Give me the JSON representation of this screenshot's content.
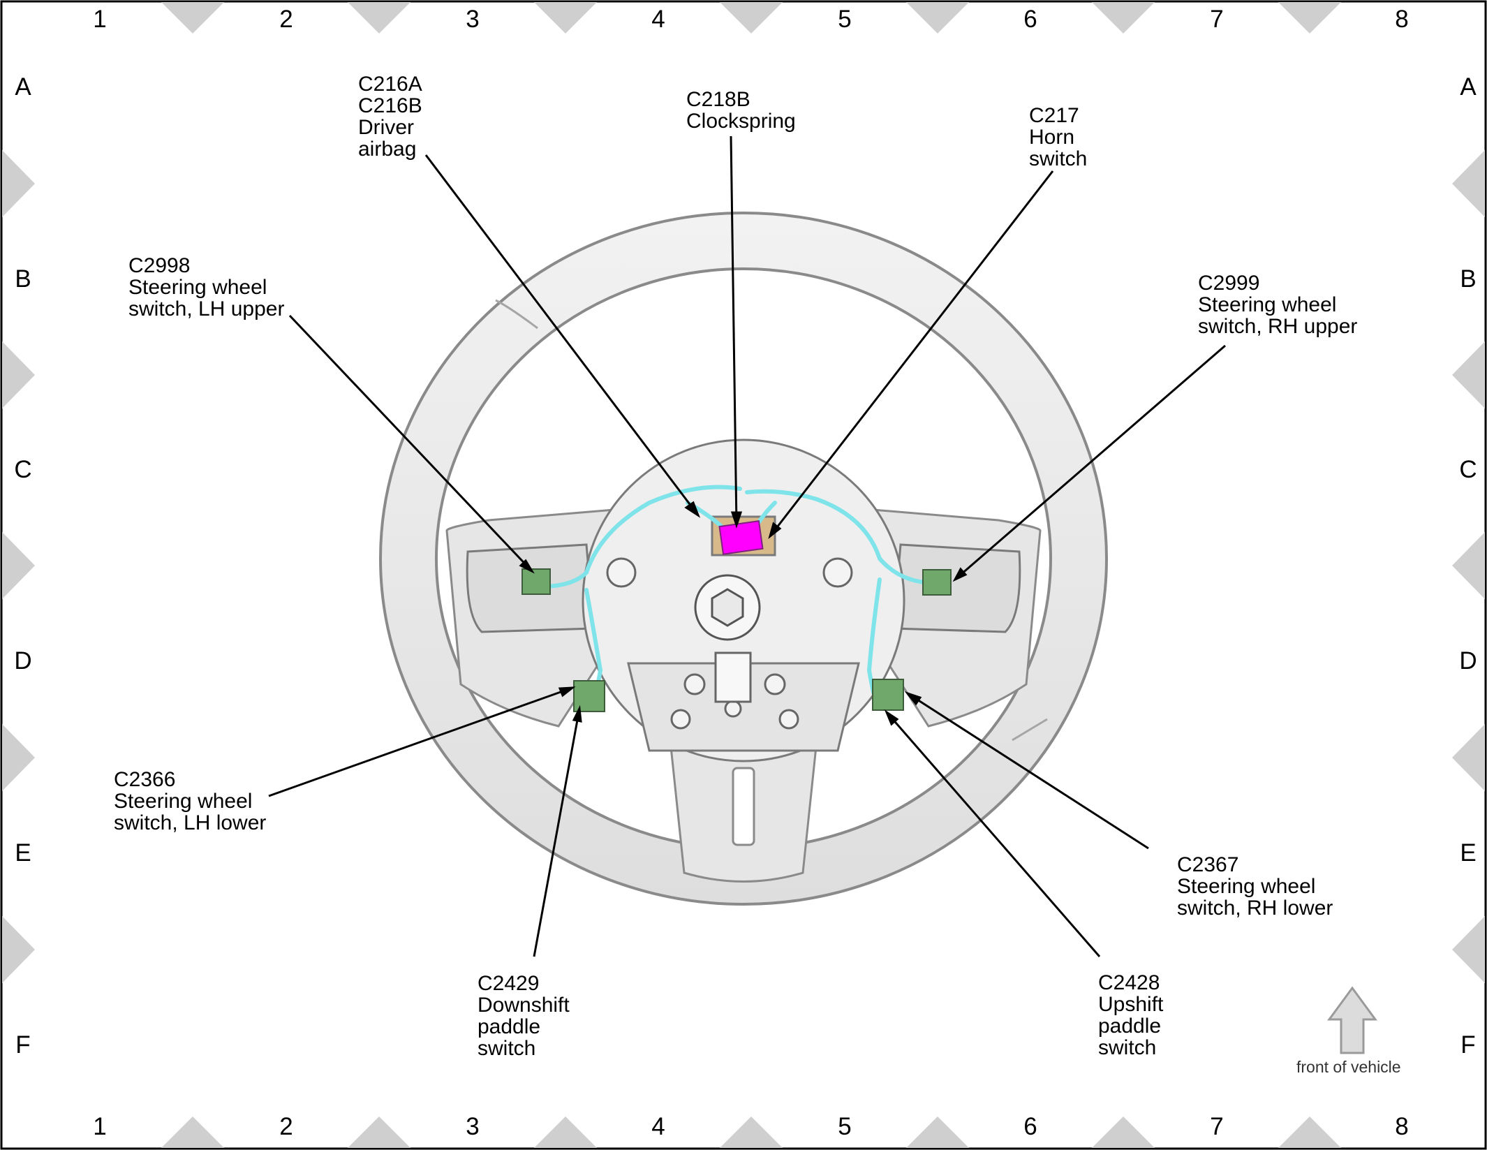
{
  "grid": {
    "columns": [
      "1",
      "2",
      "3",
      "4",
      "5",
      "6",
      "7",
      "8"
    ],
    "rows": [
      "A",
      "B",
      "C",
      "D",
      "E",
      "F"
    ]
  },
  "callouts": [
    {
      "id": "c216",
      "lines": [
        "C216A",
        "C216B",
        "Driver",
        "airbag"
      ],
      "interactable": true
    },
    {
      "id": "c218b",
      "lines": [
        "C218B",
        "Clockspring"
      ],
      "interactable": true
    },
    {
      "id": "c217",
      "lines": [
        "C217",
        "Horn",
        "switch"
      ],
      "interactable": true
    },
    {
      "id": "c2998",
      "lines": [
        "C2998",
        "Steering wheel",
        "switch, LH upper"
      ],
      "interactable": true
    },
    {
      "id": "c2999",
      "lines": [
        "C2999",
        "Steering wheel",
        "switch, RH upper"
      ],
      "interactable": true
    },
    {
      "id": "c2366",
      "lines": [
        "C2366",
        "Steering wheel",
        "switch, LH lower"
      ],
      "interactable": true
    },
    {
      "id": "c2367",
      "lines": [
        "C2367",
        "Steering wheel",
        "switch, RH lower"
      ],
      "interactable": true
    },
    {
      "id": "c2429",
      "lines": [
        "C2429",
        "Downshift",
        "paddle",
        "switch"
      ],
      "interactable": true
    },
    {
      "id": "c2428",
      "lines": [
        "C2428",
        "Upshift",
        "paddle",
        "switch"
      ],
      "interactable": true
    }
  ],
  "front_of_vehicle": "front of vehicle",
  "colors": {
    "wheel_fill": "#ececec",
    "wheel_stroke": "#8a8a8a",
    "connector_green": "#6fa86a",
    "clockspring_magenta": "#ff00ff",
    "wiring_cyan": "#7fe3ea",
    "border_marker": "#cfcfcf",
    "leader_line": "#000000"
  }
}
